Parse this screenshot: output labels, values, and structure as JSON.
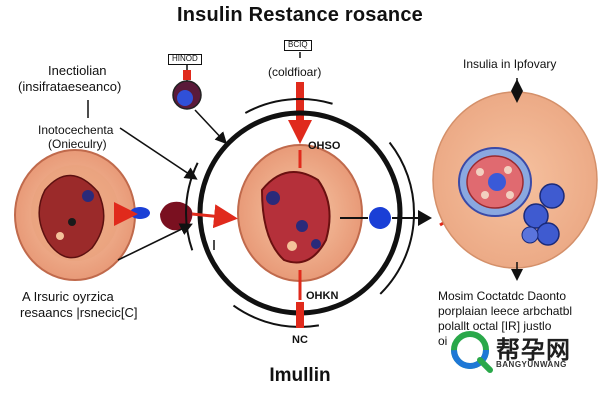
{
  "title": "Insulin Restance rosance",
  "bottom_label": "Imullin",
  "center_top_tag": "OHSO",
  "center_bottom_tag": "OHKN",
  "left_panel": {
    "heading_line1": "Inectiolian",
    "heading_line2": "(insifrataeseanco)",
    "sub_line1": "Inotocechenta",
    "sub_line2": "(Onieculry)",
    "bottom_line1": "A Irsuric oyrzica",
    "bottom_line2": "resaancs |rsnecic[C]"
  },
  "top_tags": {
    "left_tag": "HINOD",
    "right_tag": "BCIQ",
    "right_caption": "(coldfioar)"
  },
  "right_panel": {
    "heading": "Insulia in Ipfovary",
    "caption_line1": "Mosim Coctatdc Daonto",
    "caption_line2": "porplaian leece arbchatbl",
    "caption_line3": "polallt octal [IR] justlo",
    "caption_line4": "oi"
  },
  "nc_label": "NC",
  "watermark": {
    "text": "帮孕网",
    "subtext": "BANGYUNWANG"
  },
  "colors": {
    "red_arrow": "#e02a1c",
    "blue_node": "#1a3fd6",
    "cell_fill": "#f0b895",
    "dark_red": "#7a1020"
  }
}
